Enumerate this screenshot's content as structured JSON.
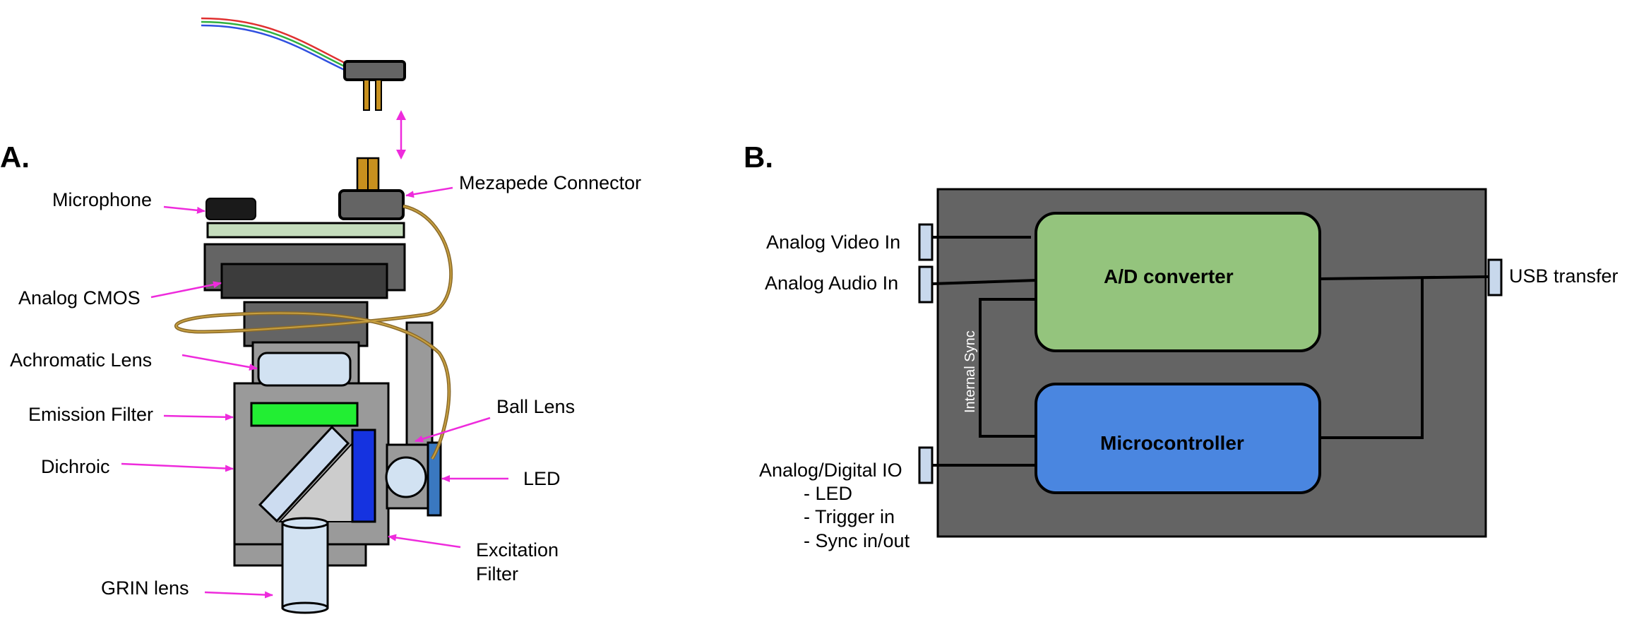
{
  "panel_a": {
    "panel_label": "A.",
    "labels": {
      "microphone": "Microphone",
      "mezapede_connector": "Mezapede Connector",
      "analog_cmos": "Analog CMOS",
      "achromatic_lens": "Achromatic Lens",
      "emission_filter": "Emission Filter",
      "dichroic": "Dichroic",
      "ball_lens": "Ball Lens",
      "led": "LED",
      "excitation_filter_line1": "Excitation",
      "excitation_filter_line2": "Filter",
      "grin_lens": "GRIN lens"
    }
  },
  "panel_b": {
    "panel_label": "B.",
    "blocks": {
      "ad_converter": "A/D converter",
      "microcontroller": "Microcontroller"
    },
    "ports": {
      "analog_video_in": "Analog Video In",
      "analog_audio_in": "Analog Audio In",
      "usb_transfer": "USB transfer",
      "analog_digital_io": "Analog/Digital IO",
      "io_items": [
        "- LED",
        "- Trigger in",
        "- Sync in/out"
      ]
    },
    "internal_sync": "Internal Sync"
  },
  "colors": {
    "annotation_arrow": "#ee2bdc",
    "ad_converter_fill": "#94c47d",
    "microcontroller_fill": "#4a86e0",
    "board_fill": "#646464",
    "port_fill": "#c8d8ec",
    "cable": "#8a6a2a",
    "emission_filter": "#22ee33",
    "dichroic_blue": "#1533e0",
    "led_blue": "#3a78c0"
  }
}
